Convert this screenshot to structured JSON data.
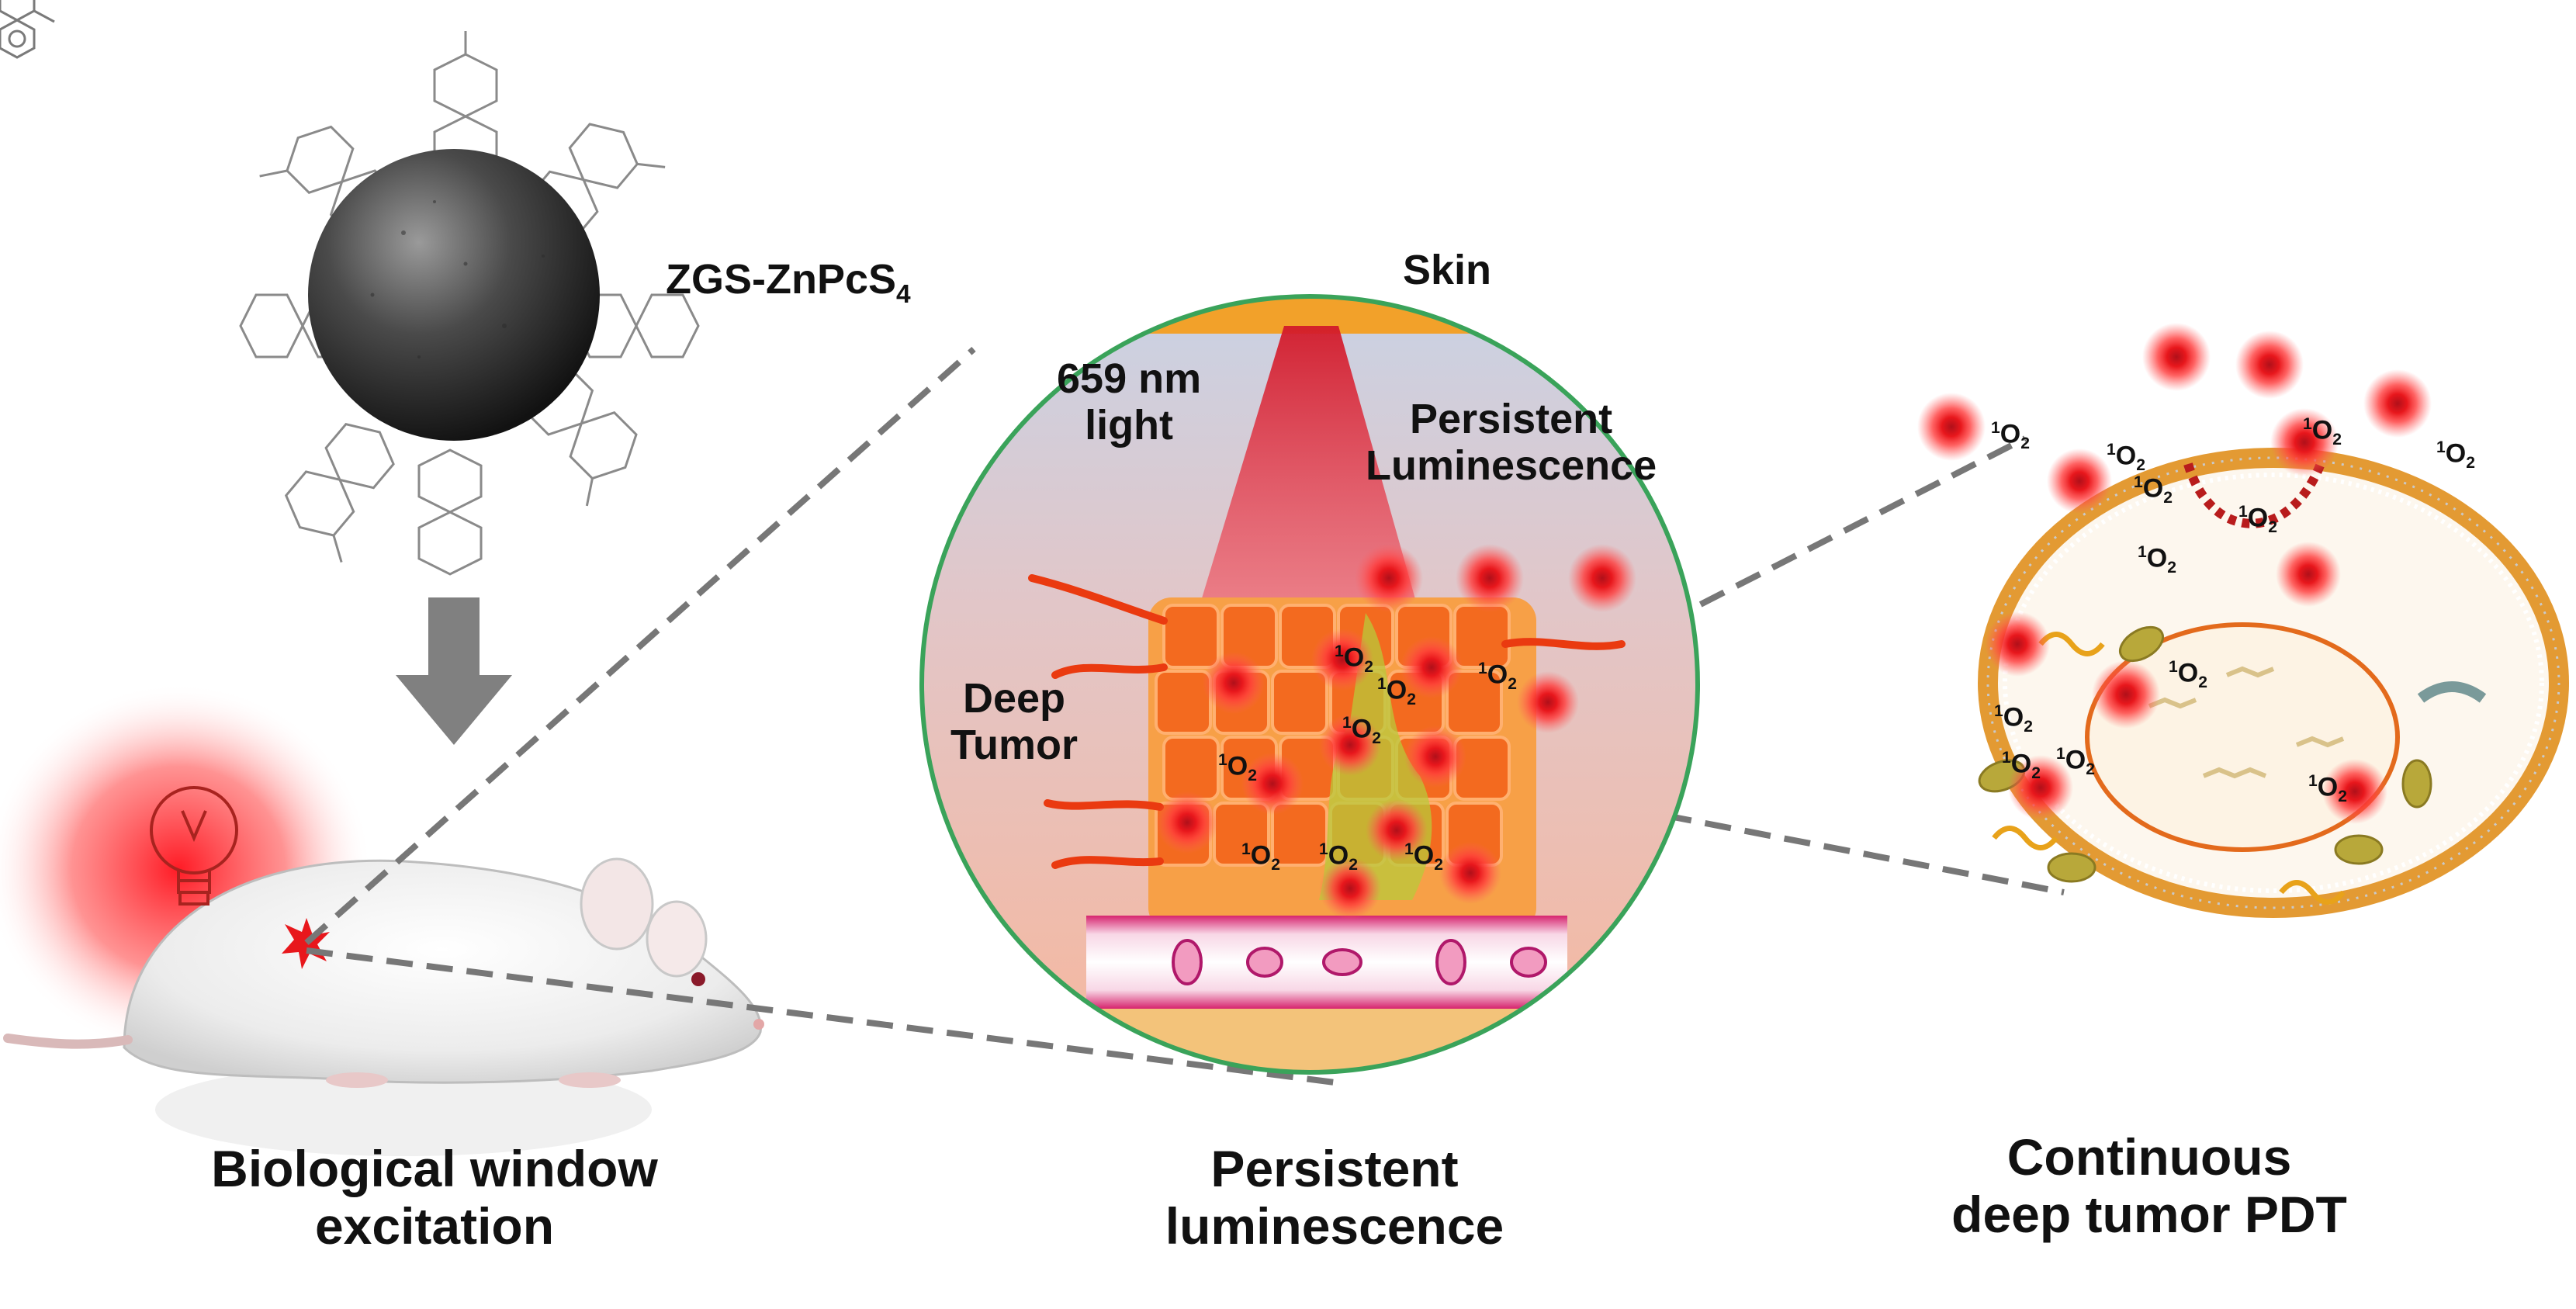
{
  "labels": {
    "nanoparticle": {
      "text": "ZGS-ZnPcS",
      "subscript": "4"
    },
    "skin": "Skin",
    "light_line1": "659 nm",
    "light_line2": "light",
    "persistent_line1": "Persistent",
    "persistent_line2": "Luminescence",
    "deep_line1": "Deep",
    "deep_line2": "Tumor"
  },
  "species": {
    "sup": "1",
    "base": "O",
    "sub": "2"
  },
  "captions": [
    {
      "line1": "Biological window",
      "line2": "excitation"
    },
    {
      "line1": "Persistent",
      "line2": "luminescence"
    },
    {
      "line1": "Continuous",
      "line2": "deep tumor PDT"
    }
  ],
  "colors": {
    "glow": "#e8171c",
    "circle_border": "#3aa35a",
    "cell_membrane": "#e39a33",
    "tumor_cell": "#f36a1f",
    "vessel": "#d6246e",
    "arrow": "#808080",
    "dashes": "#777777"
  }
}
